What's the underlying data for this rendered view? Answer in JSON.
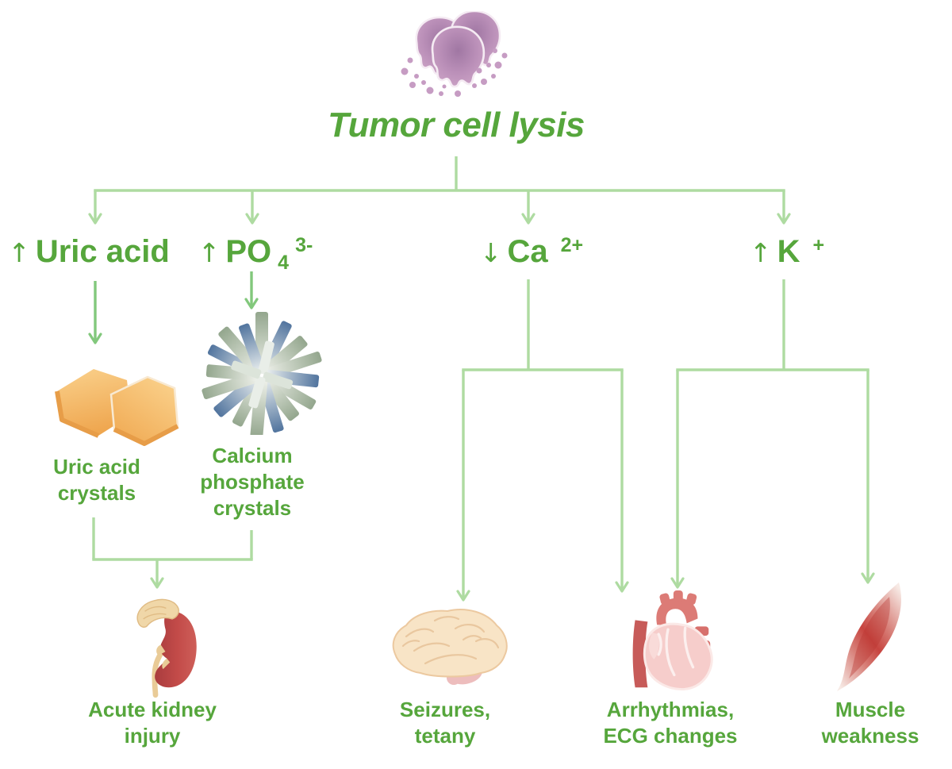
{
  "root": {
    "title": "Tumor cell lysis",
    "icon": "tumor-cells-icon"
  },
  "level1": [
    {
      "arrow": "↑",
      "main": "Uric acid",
      "sub": "",
      "sup": ""
    },
    {
      "arrow": "↑",
      "main": "PO",
      "sub": "4",
      "sup": "3-"
    },
    {
      "arrow": "↓",
      "main": "Ca",
      "sub": "",
      "sup": "2+"
    },
    {
      "arrow": "↑",
      "main": "K",
      "sub": "",
      "sup": "+"
    }
  ],
  "crystals": [
    {
      "icon": "uric-acid-crystals-icon",
      "lines": [
        "Uric acid",
        "crystals"
      ]
    },
    {
      "icon": "calcium-phosphate-crystals-icon",
      "lines": [
        "Calcium",
        "phosphate",
        "crystals"
      ]
    }
  ],
  "outcomes": [
    {
      "icon": "kidney-icon",
      "lines": [
        "Acute kidney",
        "injury"
      ]
    },
    {
      "icon": "brain-icon",
      "lines": [
        "Seizures,",
        "tetany"
      ]
    },
    {
      "icon": "heart-icon",
      "lines": [
        "Arrhythmias,",
        "ECG changes"
      ]
    },
    {
      "icon": "muscle-icon",
      "lines": [
        "Muscle",
        "weakness"
      ]
    }
  ],
  "colors": {
    "text_green": "#56A63C",
    "connector_green": "#AEDBA1",
    "label_arrow_green": "#82C87C",
    "tumor_cell": "#C9A0C4",
    "uric_crystal": "#F3B662",
    "calcium_crystal_green": "#9FB29A",
    "calcium_crystal_blue": "#4E6F9D",
    "kidney_red": "#BE4845",
    "adrenal_tan": "#EFD3A5",
    "brain_cream": "#F7E3C6",
    "cerebellum_pink": "#EDBDBD",
    "heart_pink": "#F5CBC9",
    "heart_vessel_red": "#D7706C",
    "muscle_red": "#C7443F"
  }
}
